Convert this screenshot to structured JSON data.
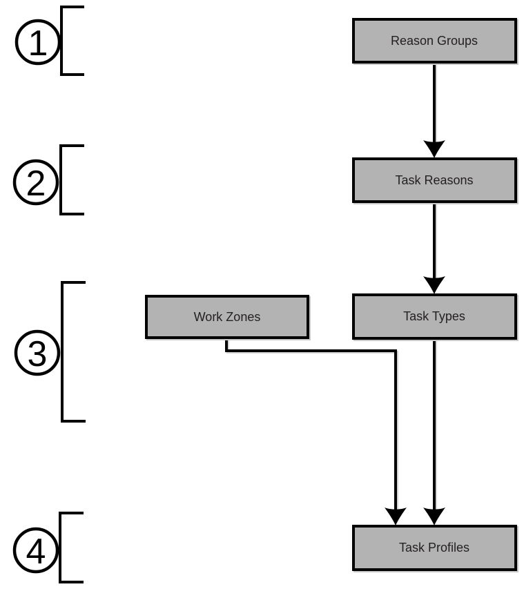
{
  "diagram": {
    "background": "#ffffff",
    "box_fill": "#b3b3b3",
    "stroke_color": "#000000",
    "text_color": "#231f20",
    "steps": [
      "1",
      "2",
      "3",
      "4"
    ],
    "boxes": [
      {
        "id": "reason-groups",
        "label": "Reason Groups"
      },
      {
        "id": "task-reasons",
        "label": "Task Reasons"
      },
      {
        "id": "task-types",
        "label": "Task Types"
      },
      {
        "id": "work-zones",
        "label": "Work Zones"
      },
      {
        "id": "task-profiles",
        "label": "Task Profiles"
      }
    ],
    "connections": [
      {
        "from": "Reason Groups",
        "to": "Task Reasons"
      },
      {
        "from": "Task Reasons",
        "to": "Task Types"
      },
      {
        "from": "Task Types",
        "to": "Task Profiles"
      },
      {
        "from": "Work Zones",
        "to": "Task Profiles"
      }
    ]
  }
}
